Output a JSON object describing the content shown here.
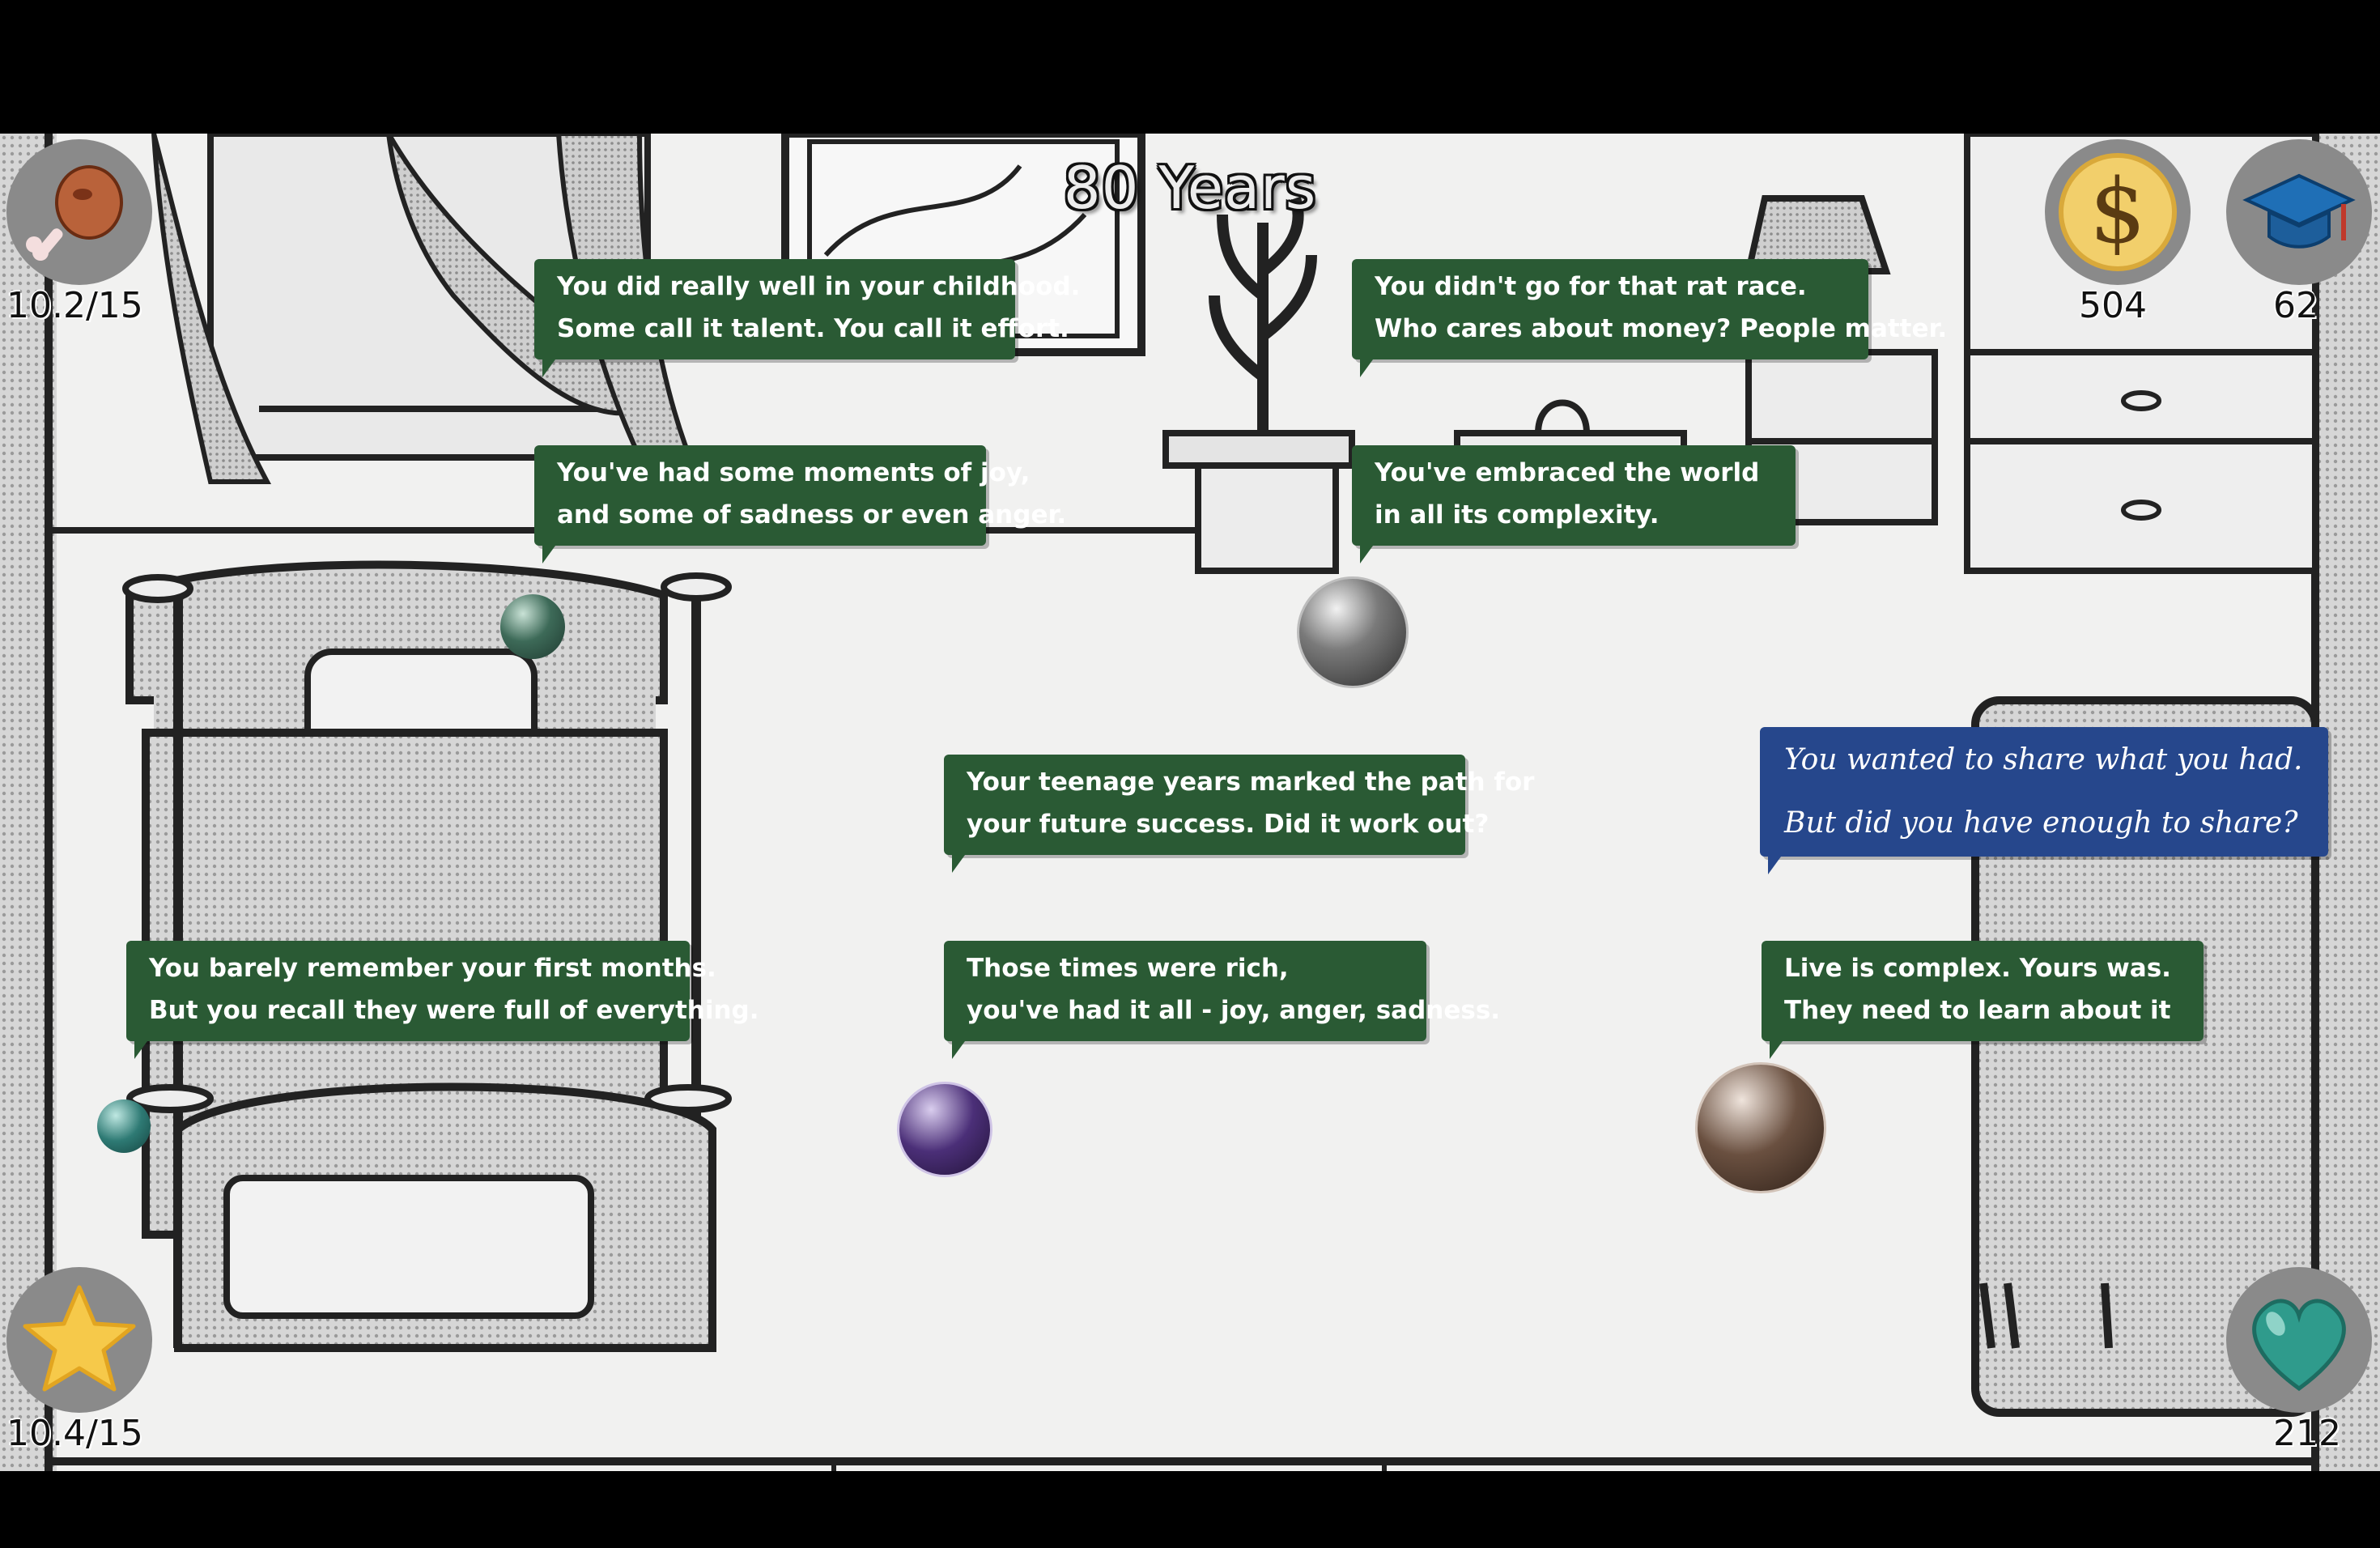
{
  "game": {
    "title": "80 Years"
  },
  "stats": {
    "food": {
      "value": "10.2/15",
      "icon": "drumstick-icon"
    },
    "star": {
      "value": "10.4/15",
      "icon": "star-icon"
    },
    "money": {
      "value": "504",
      "icon": "dollar-coin-icon"
    },
    "education": {
      "value": "62",
      "icon": "graduation-cap-icon"
    },
    "health": {
      "value": "212",
      "icon": "heart-icon"
    }
  },
  "messages": [
    {
      "id": "childhood",
      "lines": [
        "You did really well in your childhood.",
        "Some call it talent. You call it effort."
      ]
    },
    {
      "id": "joy",
      "lines": [
        "You've had some moments of joy,",
        "and some of sadness or even anger."
      ]
    },
    {
      "id": "ratrace",
      "lines": [
        "You didn't go for that rat race.",
        "Who cares about money? People matter."
      ]
    },
    {
      "id": "world",
      "lines": [
        "You've embraced the world",
        "in all its complexity."
      ]
    },
    {
      "id": "teenage",
      "lines": [
        "Your teenage years marked the path for",
        "your future success. Did it work out?"
      ]
    },
    {
      "id": "first-months",
      "lines": [
        "You barely remember your first months.",
        "But you recall they were full of everything."
      ]
    },
    {
      "id": "rich-times",
      "lines": [
        "Those times were rich,",
        "you've had it all - joy, anger, sadness."
      ]
    },
    {
      "id": "complex",
      "lines": [
        "Live is complex. Yours was.",
        "They need to learn about it"
      ]
    }
  ],
  "highlight_message": {
    "lines": [
      "You wanted to share what you had.",
      "But did you have enough to share?"
    ]
  },
  "colors": {
    "bubble_green": "#2a5a34",
    "bubble_blue": "#26478c",
    "orb_green": "#3d6a58",
    "orb_grey": "#5e5e5e",
    "orb_teal": "#2e7a74",
    "orb_purple": "#4b2f78",
    "orb_brown": "#6a5040"
  }
}
